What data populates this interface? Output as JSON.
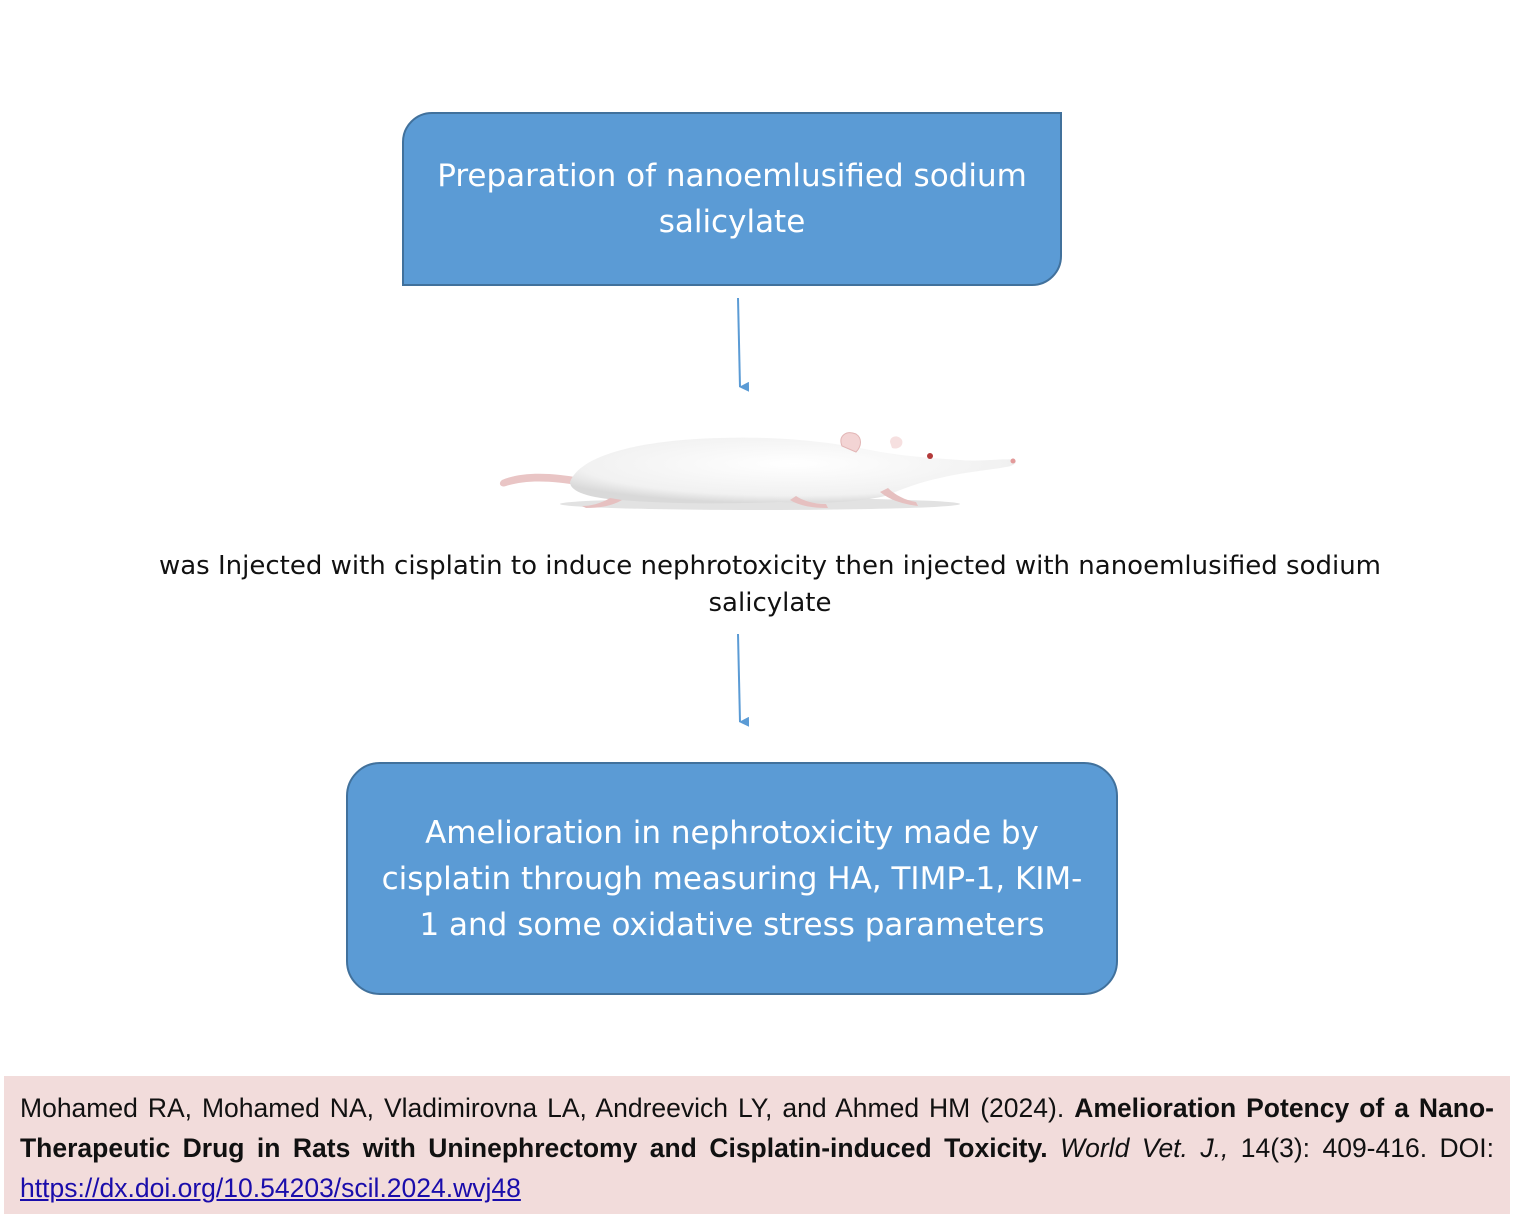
{
  "flow": {
    "step1": "Preparation of nanoemlusified sodium salicylate",
    "step2": "was  Injected with cisplatin to induce nephrotoxicity  then injected with  nanoemlusified sodium salicylate",
    "step3": "Amelioration in  nephrotoxicity  made by cisplatin through  measuring  HA, TIMP-1, KIM-1 and some oxidative stress parameters"
  },
  "citation": {
    "authors": "Mohamed RA, Mohamed NA, Vladimirovna LA, Andreevich LY, and Ahmed HM (2024).",
    "title": "Amelioration Potency of a Nano-Therapeutic Drug in Rats with Uninephrectomy and Cisplatin-induced Toxicity.",
    "journal": "World Vet. J.,",
    "volume": "14(3): 409-416. DOI:",
    "doi_link": "https://dx.doi.org/10.54203/scil.2024.wvj48"
  },
  "colors": {
    "box_fill": "#5b9bd5",
    "box_border": "#41719c",
    "citation_bg": "#f2dcdb",
    "link": "#1a0dab"
  }
}
